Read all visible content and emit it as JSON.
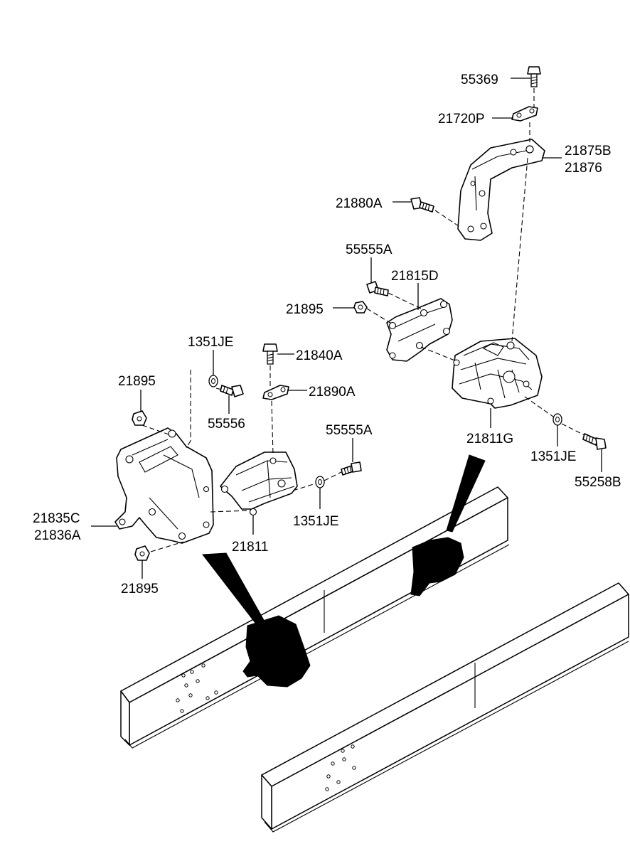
{
  "labels": {
    "p55369": "55369",
    "p21720P": "21720P",
    "p21875B": "21875B",
    "p21876": "21876",
    "p21880A": "21880A",
    "p55555A_top": "55555A",
    "p21815D": "21815D",
    "p21895_mid": "21895",
    "p1351JE_left": "1351JE",
    "p21840A": "21840A",
    "p21895_left": "21895",
    "p21890A": "21890A",
    "p55556": "55556",
    "p55555A_mid": "55555A",
    "p21811G": "21811G",
    "p1351JE_right": "1351JE",
    "p55258B": "55258B",
    "p21835C": "21835C",
    "p21836A": "21836A",
    "p1351JE_mid": "1351JE",
    "p21811": "21811",
    "p21895_bottom": "21895"
  }
}
